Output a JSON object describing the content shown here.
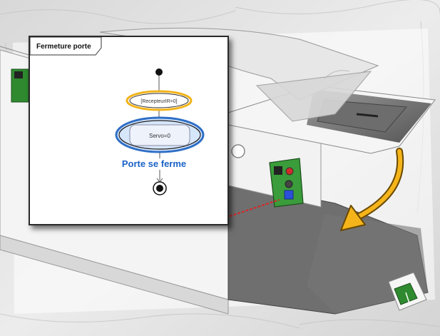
{
  "diagram": {
    "title": "Fermeture porte",
    "guard": "[RecepteurIR=0]",
    "action": "Servo=0",
    "caption": "Porte se ferme"
  },
  "colors": {
    "guard_highlight": "#f2b41c",
    "action_highlight": "#2f6fc6",
    "caption": "#1b63c8",
    "arrow": "#f5b51a",
    "board": "#3a9c3a",
    "ir_beam": "#d12a2a"
  },
  "icons": [
    "curved-arrow-icon",
    "initial-node-icon",
    "final-node-icon"
  ]
}
